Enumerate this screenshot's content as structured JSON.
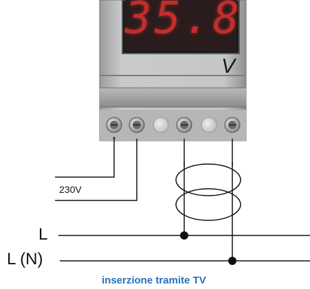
{
  "meter": {
    "reading": "35.8",
    "unit": "V",
    "display_color": "#e03030"
  },
  "labels": {
    "supply": "230V",
    "line": "L",
    "line_neutral": "L (N)"
  },
  "caption": {
    "text": "inserzione tramite TV",
    "color": "#2a6fb8"
  },
  "icons": {
    "terminal": "screw-terminal-icon",
    "transformer": "voltage-transformer-icon"
  }
}
